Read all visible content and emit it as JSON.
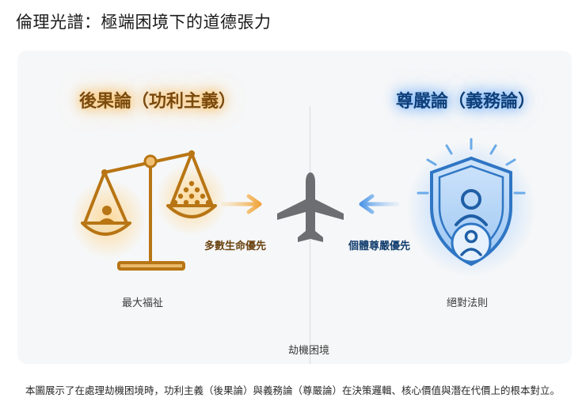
{
  "title": "倫理光譜：極端困境下的道德張力",
  "left": {
    "heading": "後果論（功利主義）",
    "edge_label": "多數生命優先",
    "caption": "最大福祉",
    "icon": "balance-scale-icon",
    "color": "#e0942a"
  },
  "right": {
    "heading": "尊嚴論（義務論）",
    "edge_label": "個體尊嚴優先",
    "caption": "絕對法則",
    "icon": "shield-person-icon",
    "color": "#3f8fe6"
  },
  "center": {
    "icon": "airplane-icon",
    "caption": "劫機困境"
  },
  "footnote": "本圖展示了在處理劫機困境時，功利主義（後果論）與義務論（尊嚴論）在決策邏輯、核心價值與潛在代價上的根本對立。"
}
